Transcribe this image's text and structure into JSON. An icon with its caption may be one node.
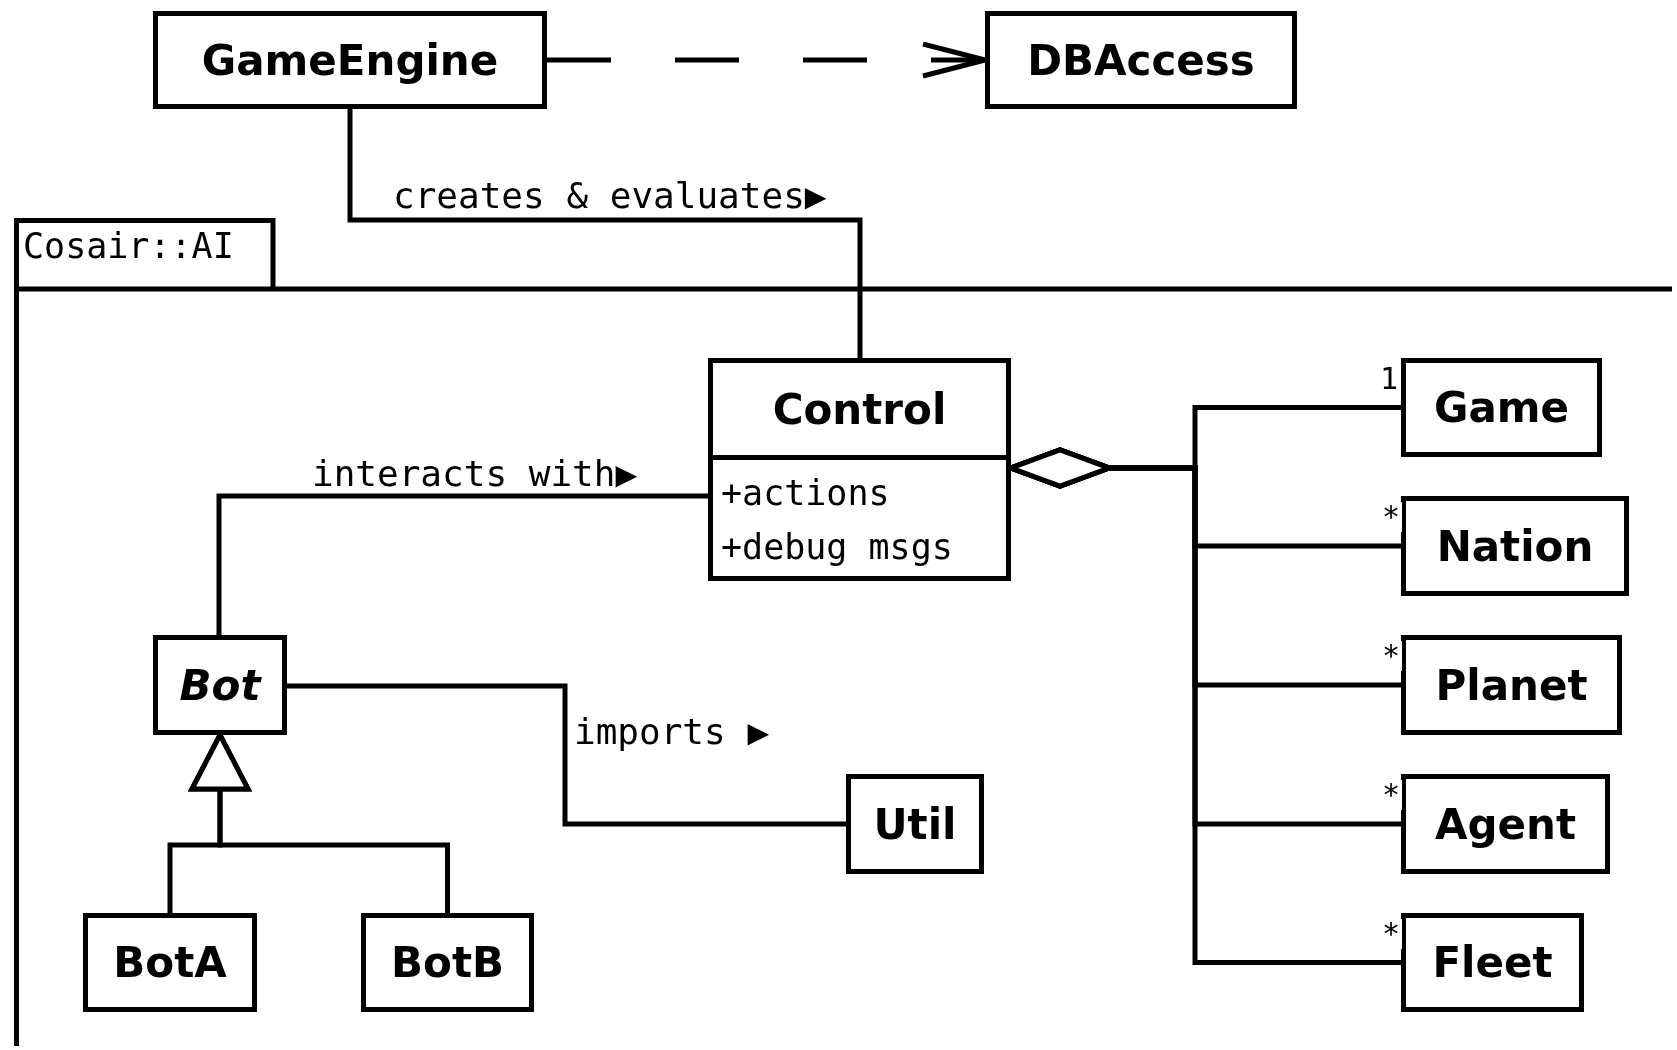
{
  "diagram": {
    "nodes": [
      {
        "text": [
          "GameEngine"
        ]
      },
      {
        "text": [
          "DBAccess"
        ]
      },
      {
        "text": [
          "Cosair::AI"
        ]
      },
      {
        "text": [
          "Control",
          "+actions",
          "+debug msgs"
        ],
        "in": 2
      },
      {
        "text": [
          "Game"
        ],
        "in": 2
      },
      {
        "text": [
          "Nation"
        ],
        "in": 2
      },
      {
        "text": [
          "Planet"
        ],
        "in": 2
      },
      {
        "text": [
          "Agent"
        ],
        "in": 2
      },
      {
        "text": [
          "Fleet"
        ],
        "in": 2
      },
      {
        "text": [
          "Bot"
        ],
        "in": 2
      },
      {
        "text": [
          "Util"
        ],
        "in": 2
      },
      {
        "text": [
          "BotA"
        ],
        "in": 2
      },
      {
        "text": [
          "BotB"
        ],
        "in": 2
      }
    ],
    "edges": [
      {
        "from": 0,
        "to": 1,
        "arrow": "to",
        "style": "dashed"
      },
      {
        "from": 0,
        "to": 3,
        "arrow": "none",
        "label": "creates & evaluates▶"
      },
      {
        "from": 9,
        "to": 3,
        "arrow": "none",
        "label": "interacts with▶"
      },
      {
        "from": 9,
        "to": 10,
        "arrow": "none",
        "label": "imports ▶"
      },
      {
        "from": 3,
        "to": 4,
        "arrow": "other",
        "label": "1"
      },
      {
        "from": 3,
        "to": 5,
        "arrow": "other",
        "label": "*"
      },
      {
        "from": 3,
        "to": 6,
        "arrow": "other",
        "label": "*"
      },
      {
        "from": 3,
        "to": 7,
        "arrow": "other",
        "label": "*"
      },
      {
        "from": 3,
        "to": 8,
        "arrow": "other",
        "label": "*"
      },
      {
        "from": 11,
        "to": 9,
        "arrow": "to"
      },
      {
        "from": 12,
        "to": 9,
        "arrow": "to"
      }
    ]
  }
}
